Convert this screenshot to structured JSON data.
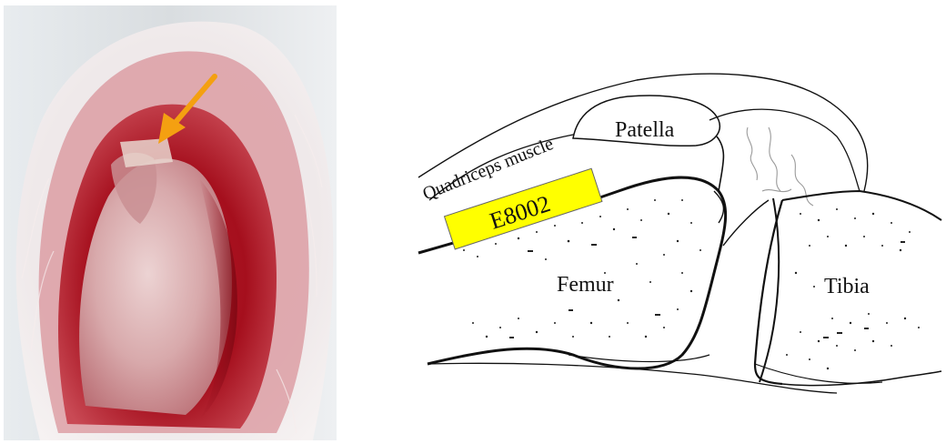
{
  "photo": {
    "arrow_color": "#f4a011",
    "description_icon": "surgical-site-photo"
  },
  "diagram": {
    "labels": {
      "quadriceps": "Quadriceps muscle",
      "patella": "Patella",
      "implant": "E8002",
      "femur": "Femur",
      "tibia": "Tibia"
    },
    "implant_color": "#ffff00"
  }
}
